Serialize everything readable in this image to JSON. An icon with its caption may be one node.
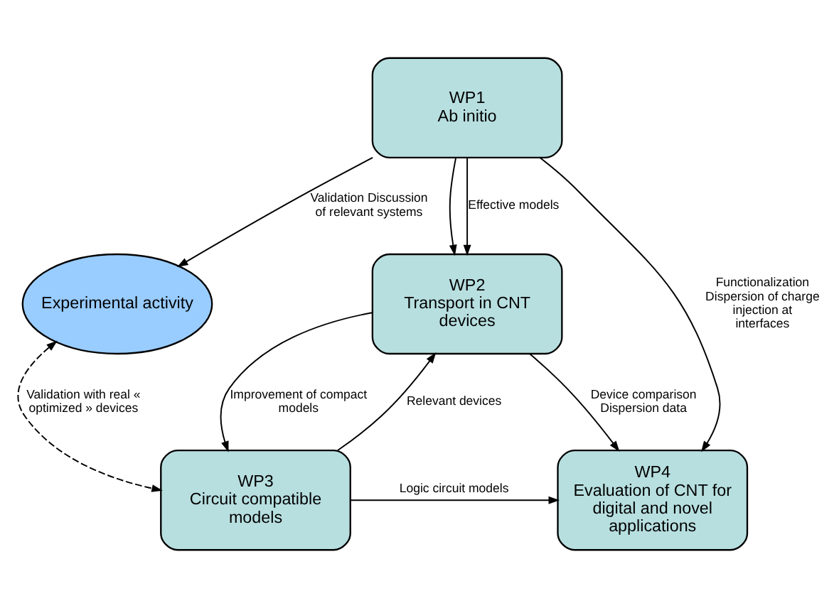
{
  "diagram": {
    "nodes": [
      {
        "text": [
          "WP1",
          "Ab initio"
        ]
      },
      {
        "text": [
          "Experimental activity"
        ]
      },
      {
        "text": [
          "WP2",
          "Transport in CNT devices"
        ]
      },
      {
        "text": [
          "WP4",
          "Evaluation of CNT for digital and novel applications"
        ]
      },
      {
        "text": [
          "WP3",
          "Circuit compatible models"
        ]
      }
    ],
    "edges": [
      {
        "from": 0,
        "to": 1,
        "arrow": "to",
        "label": "Validation Discussion of relevant systems"
      },
      {
        "from": 0,
        "to": 2,
        "arrow": "to"
      },
      {
        "from": 0,
        "to": 2,
        "arrow": "to",
        "label": "Effective models"
      },
      {
        "from": 0,
        "to": 3,
        "arrow": "to",
        "label": "Functionalization Dispersion of charge injection at interfaces"
      },
      {
        "from": 2,
        "to": 3,
        "arrow": "to",
        "label": "Device comparison Dispersion data"
      },
      {
        "from": 2,
        "to": 4,
        "arrow": "to",
        "label": "Improvement of compact models"
      },
      {
        "from": 4,
        "to": 2,
        "arrow": "to",
        "label": "Relevant devices"
      },
      {
        "from": 1,
        "to": 4,
        "arrow": "both",
        "style": "dashed",
        "label": "Validation with real « optimized » devices"
      },
      {
        "from": 4,
        "to": 3,
        "arrow": "to",
        "label": "Logic circuit models"
      }
    ]
  }
}
